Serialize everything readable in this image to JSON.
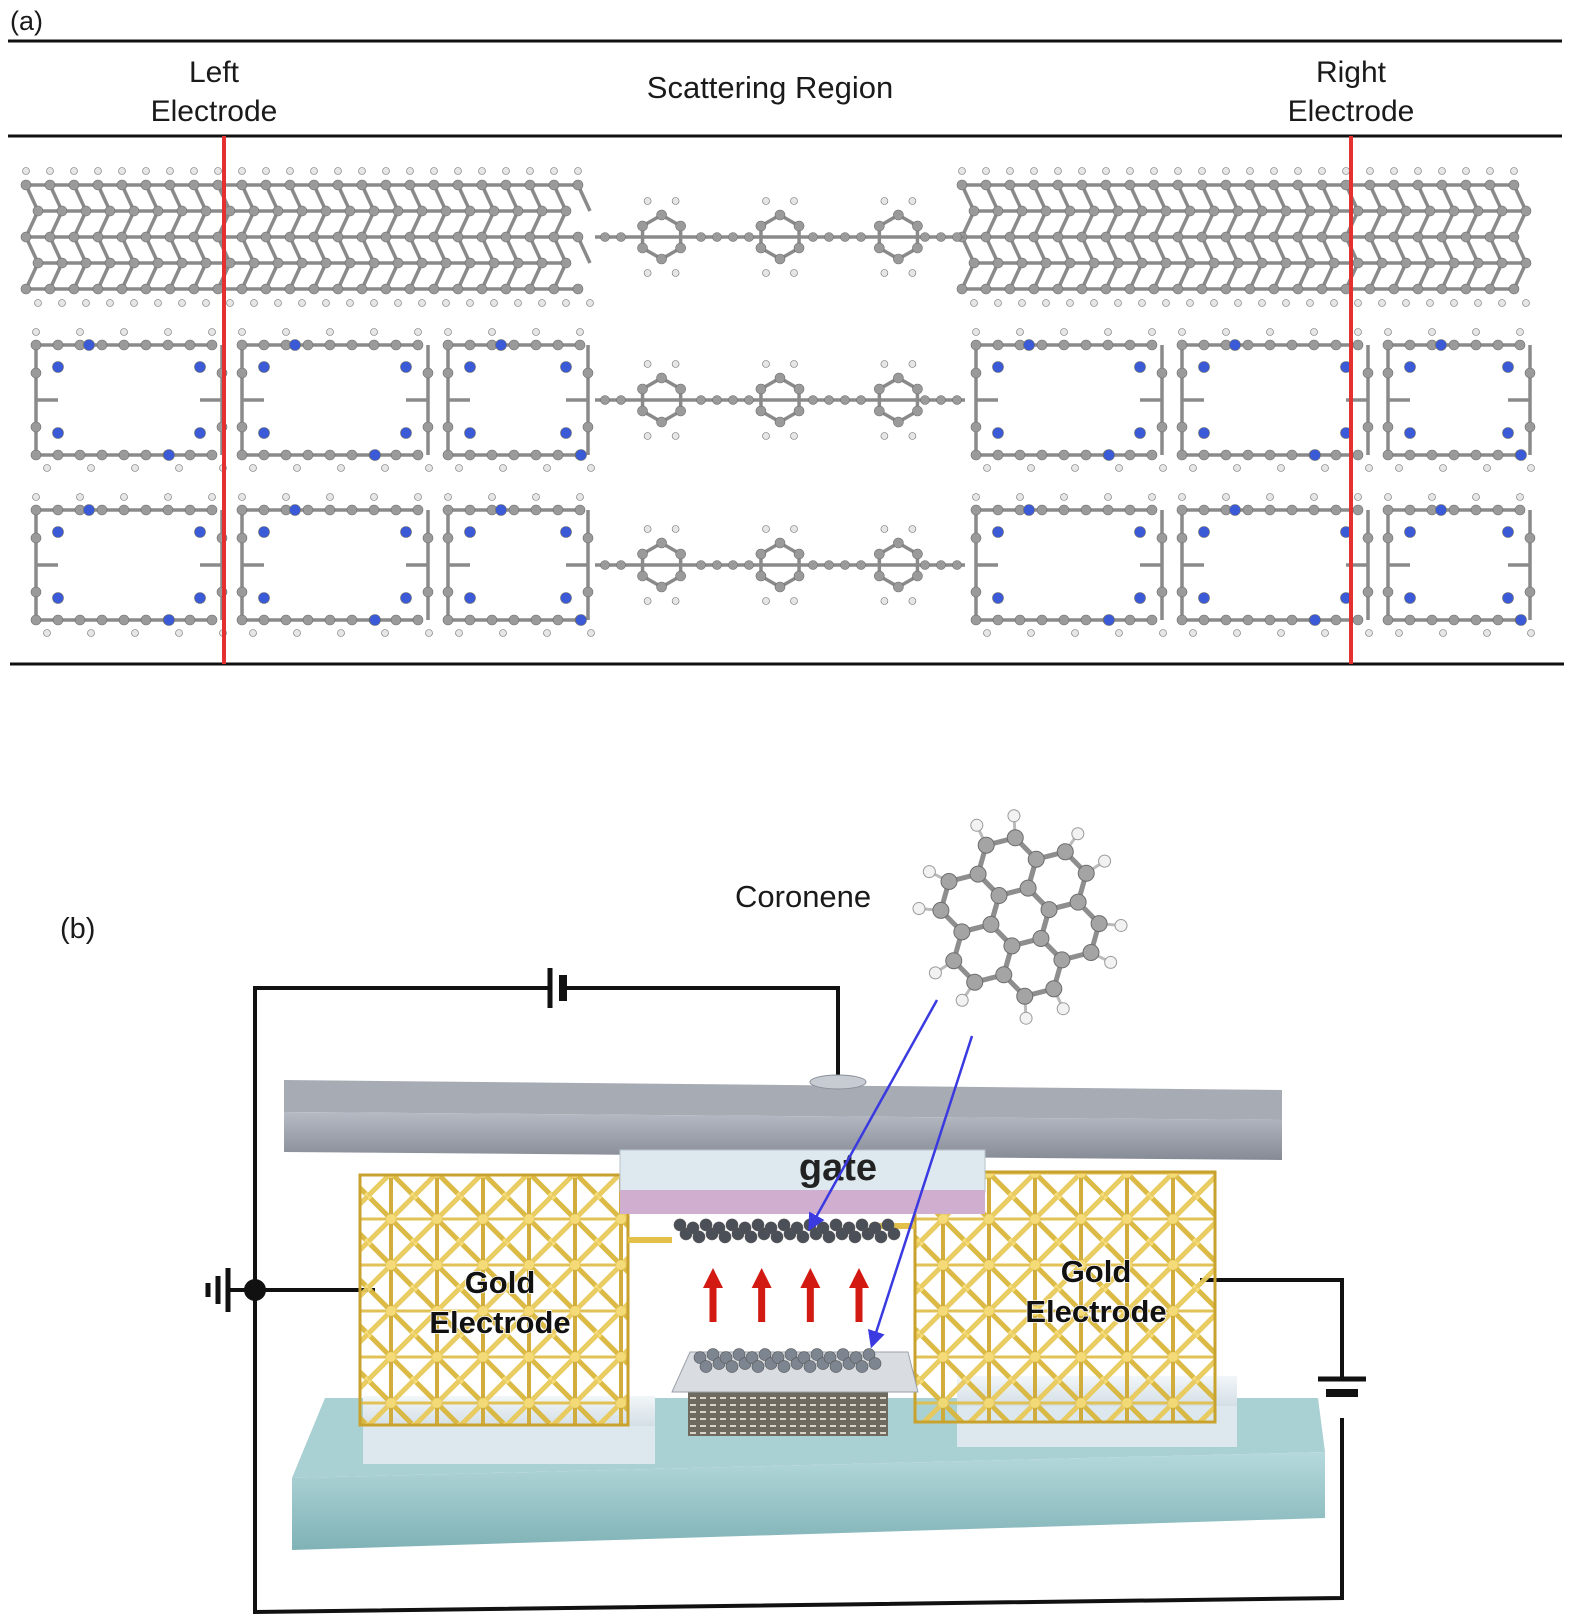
{
  "panel_a": {
    "label": "(a)",
    "header": {
      "left": [
        "Left",
        "Electrode"
      ],
      "center": "Scattering Region",
      "right": [
        "Right",
        "Electrode"
      ]
    },
    "colors": {
      "carbon": "#9a9a9a",
      "nitrogen": "#3a5ad8",
      "hydrogen": "#e6e6e6",
      "boundary": "#e53030",
      "rule": "#111111"
    },
    "rows": [
      {
        "name": "graphene-row",
        "electrode_type": "graphene"
      },
      {
        "name": "c2n-row-1",
        "electrode_type": "nitrogen-porous"
      },
      {
        "name": "c2n-row-2",
        "electrode_type": "nitrogen-porous"
      }
    ]
  },
  "panel_b": {
    "label": "(b)",
    "molecule_label": "Coronene",
    "gate_label": "gate",
    "left_electrode": [
      "Gold",
      "Electrode"
    ],
    "right_electrode": [
      "Gold",
      "Electrode"
    ],
    "colors": {
      "gold": "#e2c04a",
      "gate_plate": "#9ea3ad",
      "substrate": "#9fc9cc",
      "pad": "#e3edf2",
      "arrow_red": "#d21a12",
      "arrow_blue": "#3a3ae0",
      "wire": "#111111"
    },
    "field_arrow_count": 4
  }
}
